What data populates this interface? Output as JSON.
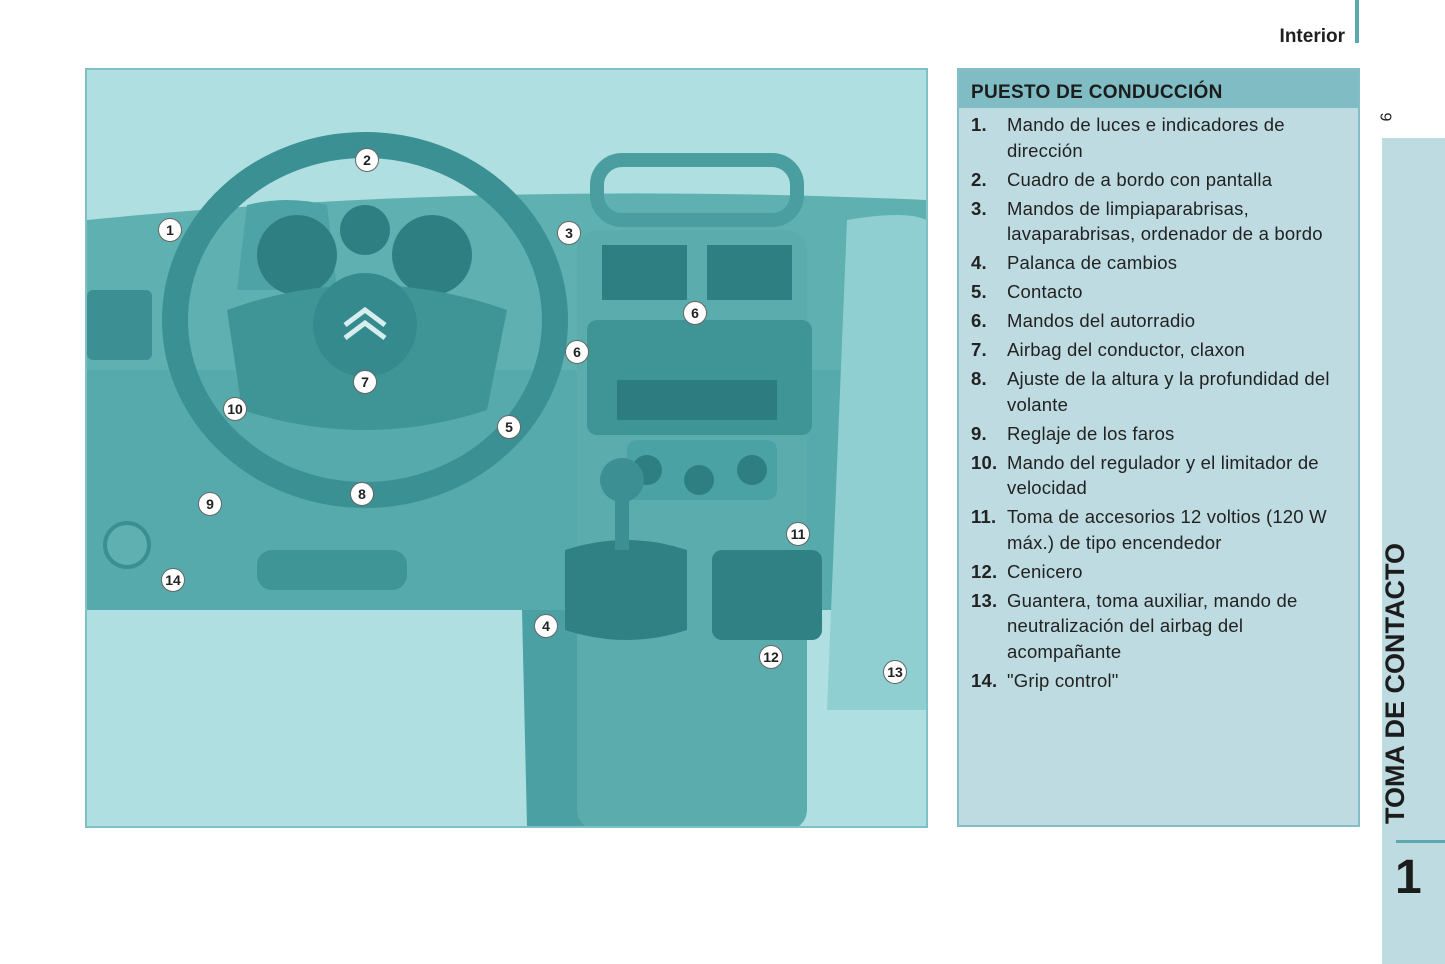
{
  "header": {
    "section": "Interior",
    "page_number": "9"
  },
  "illustration": {
    "callouts": [
      "1",
      "2",
      "3",
      "4",
      "5",
      "6",
      "6",
      "7",
      "8",
      "9",
      "10",
      "11",
      "12",
      "13",
      "14"
    ]
  },
  "panel": {
    "title": "PUESTO DE CONDUCCIÓN",
    "items": [
      {
        "n": "1.",
        "t": "Mando de luces e indicadores de dirección"
      },
      {
        "n": "2.",
        "t": "Cuadro de a bordo con pantalla"
      },
      {
        "n": "3.",
        "t": "Mandos de limpiaparabrisas, lavaparabrisas, ordenador de a bordo"
      },
      {
        "n": "4.",
        "t": "Palanca de cambios"
      },
      {
        "n": "5.",
        "t": "Contacto"
      },
      {
        "n": "6.",
        "t": "Mandos del autorradio"
      },
      {
        "n": "7.",
        "t": "Airbag del conductor, claxon"
      },
      {
        "n": "8.",
        "t": "Ajuste de la altura y la profundidad del volante"
      },
      {
        "n": "9.",
        "t": "Reglaje de los faros"
      },
      {
        "n": "10.",
        "t": "Mando del regulador y el limitador de velocidad"
      },
      {
        "n": "11.",
        "t": "Toma de accesorios 12 voltios (120 W máx.) de tipo encendedor"
      },
      {
        "n": "12.",
        "t": "Cenicero"
      },
      {
        "n": "13.",
        "t": "Guantera, toma auxiliar, mando de neutralización del airbag del acompañante"
      },
      {
        "n": "14.",
        "t": "\"Grip control\""
      }
    ]
  },
  "side_tab": {
    "title": "TOMA DE CONTACTO",
    "chapter": "1"
  }
}
